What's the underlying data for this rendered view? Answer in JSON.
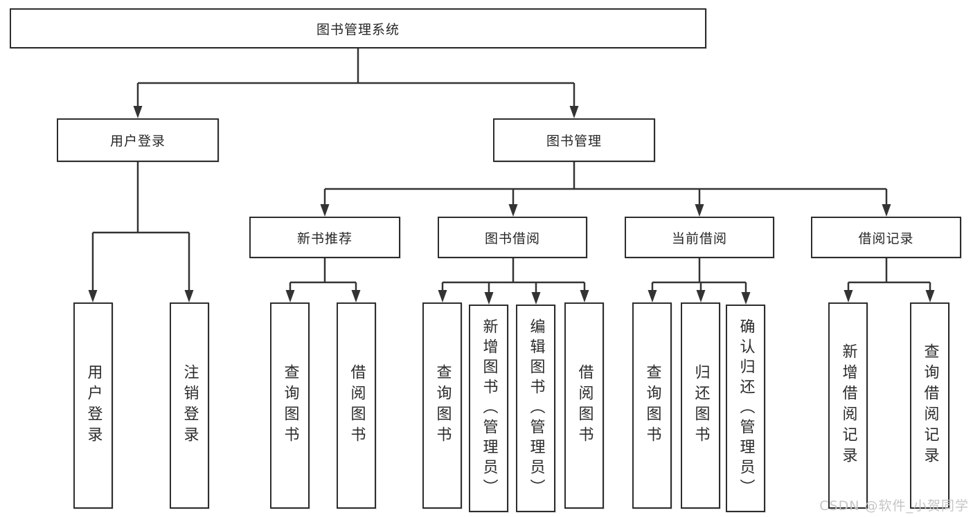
{
  "diagram": {
    "root": {
      "label": "图书管理系统"
    },
    "level2": [
      {
        "label": "用户登录"
      },
      {
        "label": "图书管理"
      }
    ],
    "level3": [
      {
        "label": "新书推荐"
      },
      {
        "label": "图书借阅"
      },
      {
        "label": "当前借阅"
      },
      {
        "label": "借阅记录"
      }
    ],
    "leaves": {
      "user_login": [
        {
          "label": "用户登录"
        },
        {
          "label": "注销登录"
        }
      ],
      "new_book_rec": [
        {
          "label": "查询图书"
        },
        {
          "label": "借阅图书"
        }
      ],
      "book_borrow": [
        {
          "label": "查询图书"
        },
        {
          "label": "新增图书（管理员）"
        },
        {
          "label": "编辑图书（管理员）"
        },
        {
          "label": "借阅图书"
        }
      ],
      "current_borrow": [
        {
          "label": "查询图书"
        },
        {
          "label": "归还图书"
        },
        {
          "label": "确认归还（管理员）"
        }
      ],
      "borrow_records": [
        {
          "label": "新增借阅记录"
        },
        {
          "label": "查询借阅记录"
        }
      ]
    },
    "colors": {
      "line": "#333333",
      "box_border": "#2d2d2d",
      "text": "#262626",
      "watermark": "#c5c5c5",
      "background": "#ffffff"
    }
  },
  "watermark": {
    "text": "CSDN @软件_小贺同学"
  }
}
